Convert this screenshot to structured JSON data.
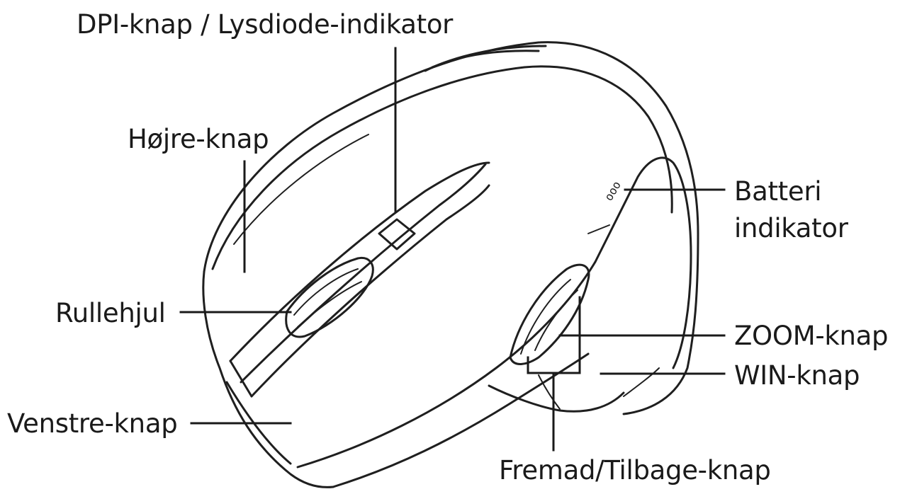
{
  "labels": {
    "dpi": "DPI-knap / Lysdiode-indikator",
    "right_button": "Højre-knap",
    "scroll_wheel": "Rullehjul",
    "left_button": "Venstre-knap",
    "battery_line1": "Batteri",
    "battery_line2": "indikator",
    "zoom": "ZOOM-knap",
    "win": "WIN-knap",
    "forward_back": "Fremad/Tilbage-knap"
  }
}
